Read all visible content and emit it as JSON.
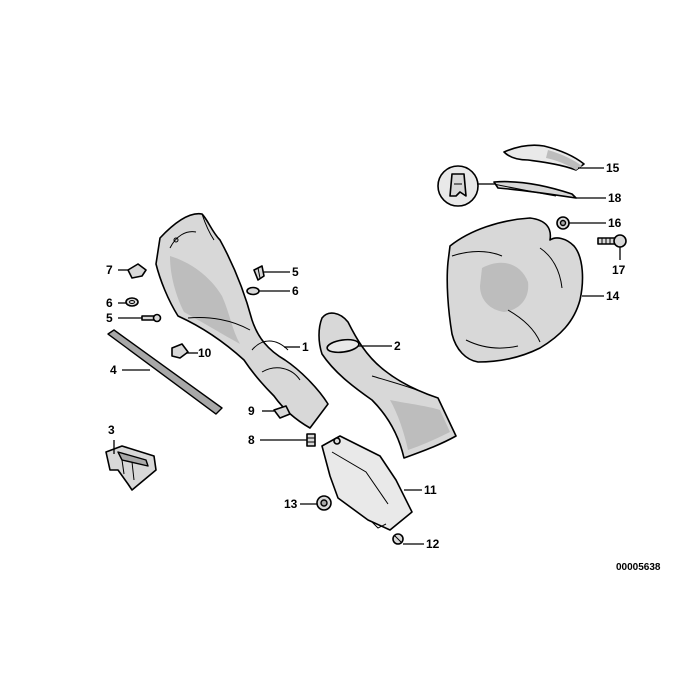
{
  "callouts": {
    "c1": "1",
    "c2": "2",
    "c3": "3",
    "c4": "4",
    "c5a": "5",
    "c5b": "5",
    "c6a": "6",
    "c6b": "6",
    "c7": "7",
    "c8": "8",
    "c9": "9",
    "c10": "10",
    "c11": "11",
    "c12": "12",
    "c13": "13",
    "c14": "14",
    "c15": "15",
    "c16": "16",
    "c17": "17",
    "c18": "18"
  },
  "diagram_number": "00005638"
}
